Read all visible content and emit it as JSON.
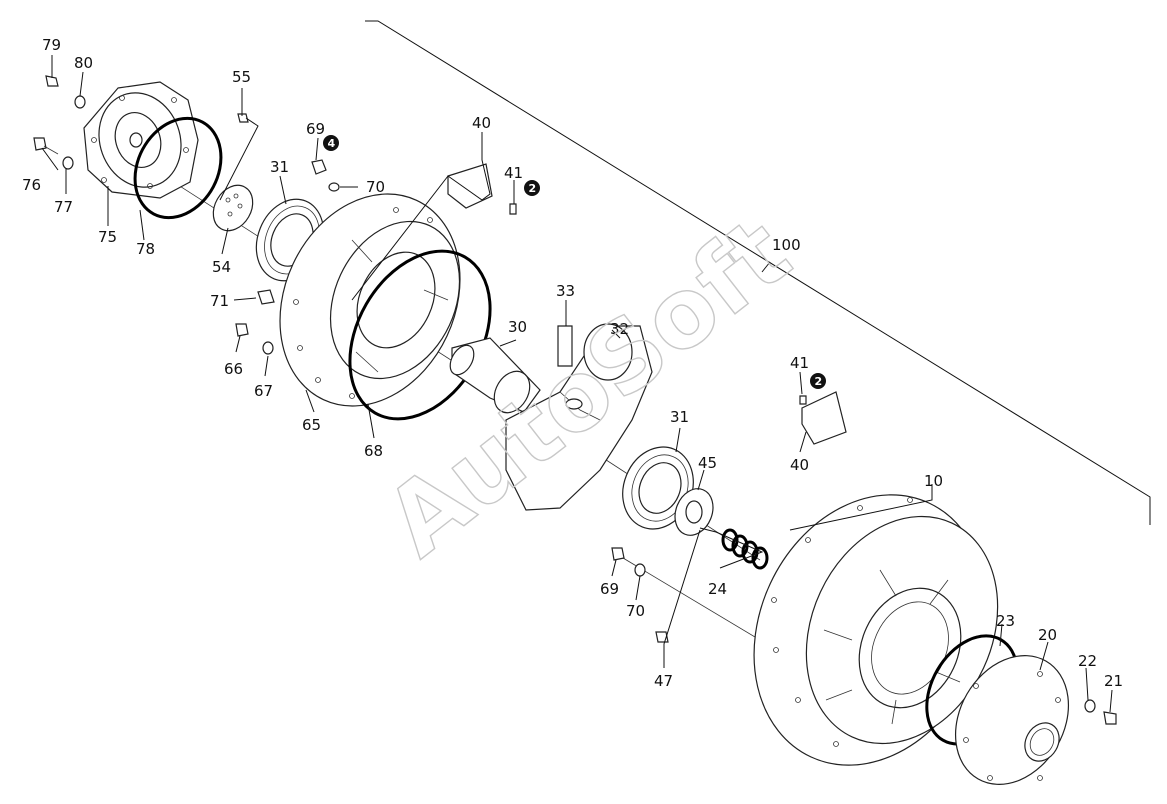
{
  "watermark": "AutoSoft",
  "callouts": {
    "c79": "79",
    "c80": "80",
    "c76": "76",
    "c77": "77",
    "c75": "75",
    "c78": "78",
    "c55": "55",
    "c54": "54",
    "c31a": "31",
    "c69a": "69",
    "c70a": "70",
    "c71": "71",
    "c66": "66",
    "c67": "67",
    "c65": "65",
    "c68": "68",
    "c40a": "40",
    "c41a": "41",
    "c33": "33",
    "c30": "30",
    "c32": "32",
    "c100": "100",
    "c41b": "41",
    "c40b": "40",
    "c31b": "31",
    "c45": "45",
    "c24": "24",
    "c69b": "69",
    "c70b": "70",
    "c47": "47",
    "c10": "10",
    "c23": "23",
    "c20": "20",
    "c22": "22",
    "c21": "21"
  },
  "badges": {
    "b4": "4",
    "b2a": "2",
    "b2b": "2"
  }
}
